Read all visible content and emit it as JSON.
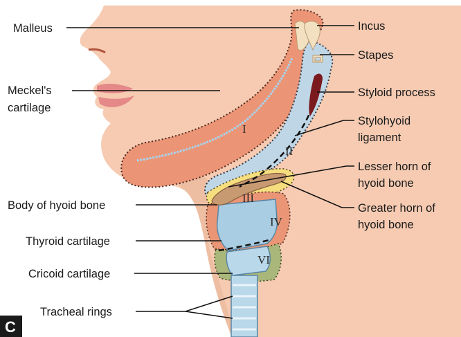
{
  "panel_letter": "C",
  "labels_left": {
    "malleus": "Malleus",
    "meckels_line1": "Meckel's",
    "meckels_line2": "cartilage",
    "body_hyoid": "Body of hyoid bone",
    "thyroid": "Thyroid cartilage",
    "cricoid": "Cricoid cartilage",
    "tracheal": "Tracheal rings"
  },
  "labels_right": {
    "incus": "Incus",
    "stapes": "Stapes",
    "styloid": "Styloid process",
    "stylohyoid_line1": "Stylohyoid",
    "stylohyoid_line2": "ligament",
    "lesser_line1": "Lesser horn of",
    "lesser_line2": "hyoid bone",
    "greater_line1": "Greater horn of",
    "greater_line2": "hyoid bone"
  },
  "arch_numerals": {
    "arch1": "I",
    "arch2": "II",
    "arch3": "III",
    "arch4": "IV",
    "arch6": "VI"
  },
  "colors": {
    "skin": "#f6cbb2",
    "skin_shadow": "#eab59a",
    "arch1_orange": "#ec9576",
    "arch2_blue": "#bfd6e6",
    "arch3_yellow": "#f6de7e",
    "arch4_orange": "#ea9575",
    "arch6_green": "#a9b77a",
    "cartilage_blue": "#a9cde3",
    "bone_tan": "#c89a72",
    "styloid_dark": "#7a1a1e"
  }
}
